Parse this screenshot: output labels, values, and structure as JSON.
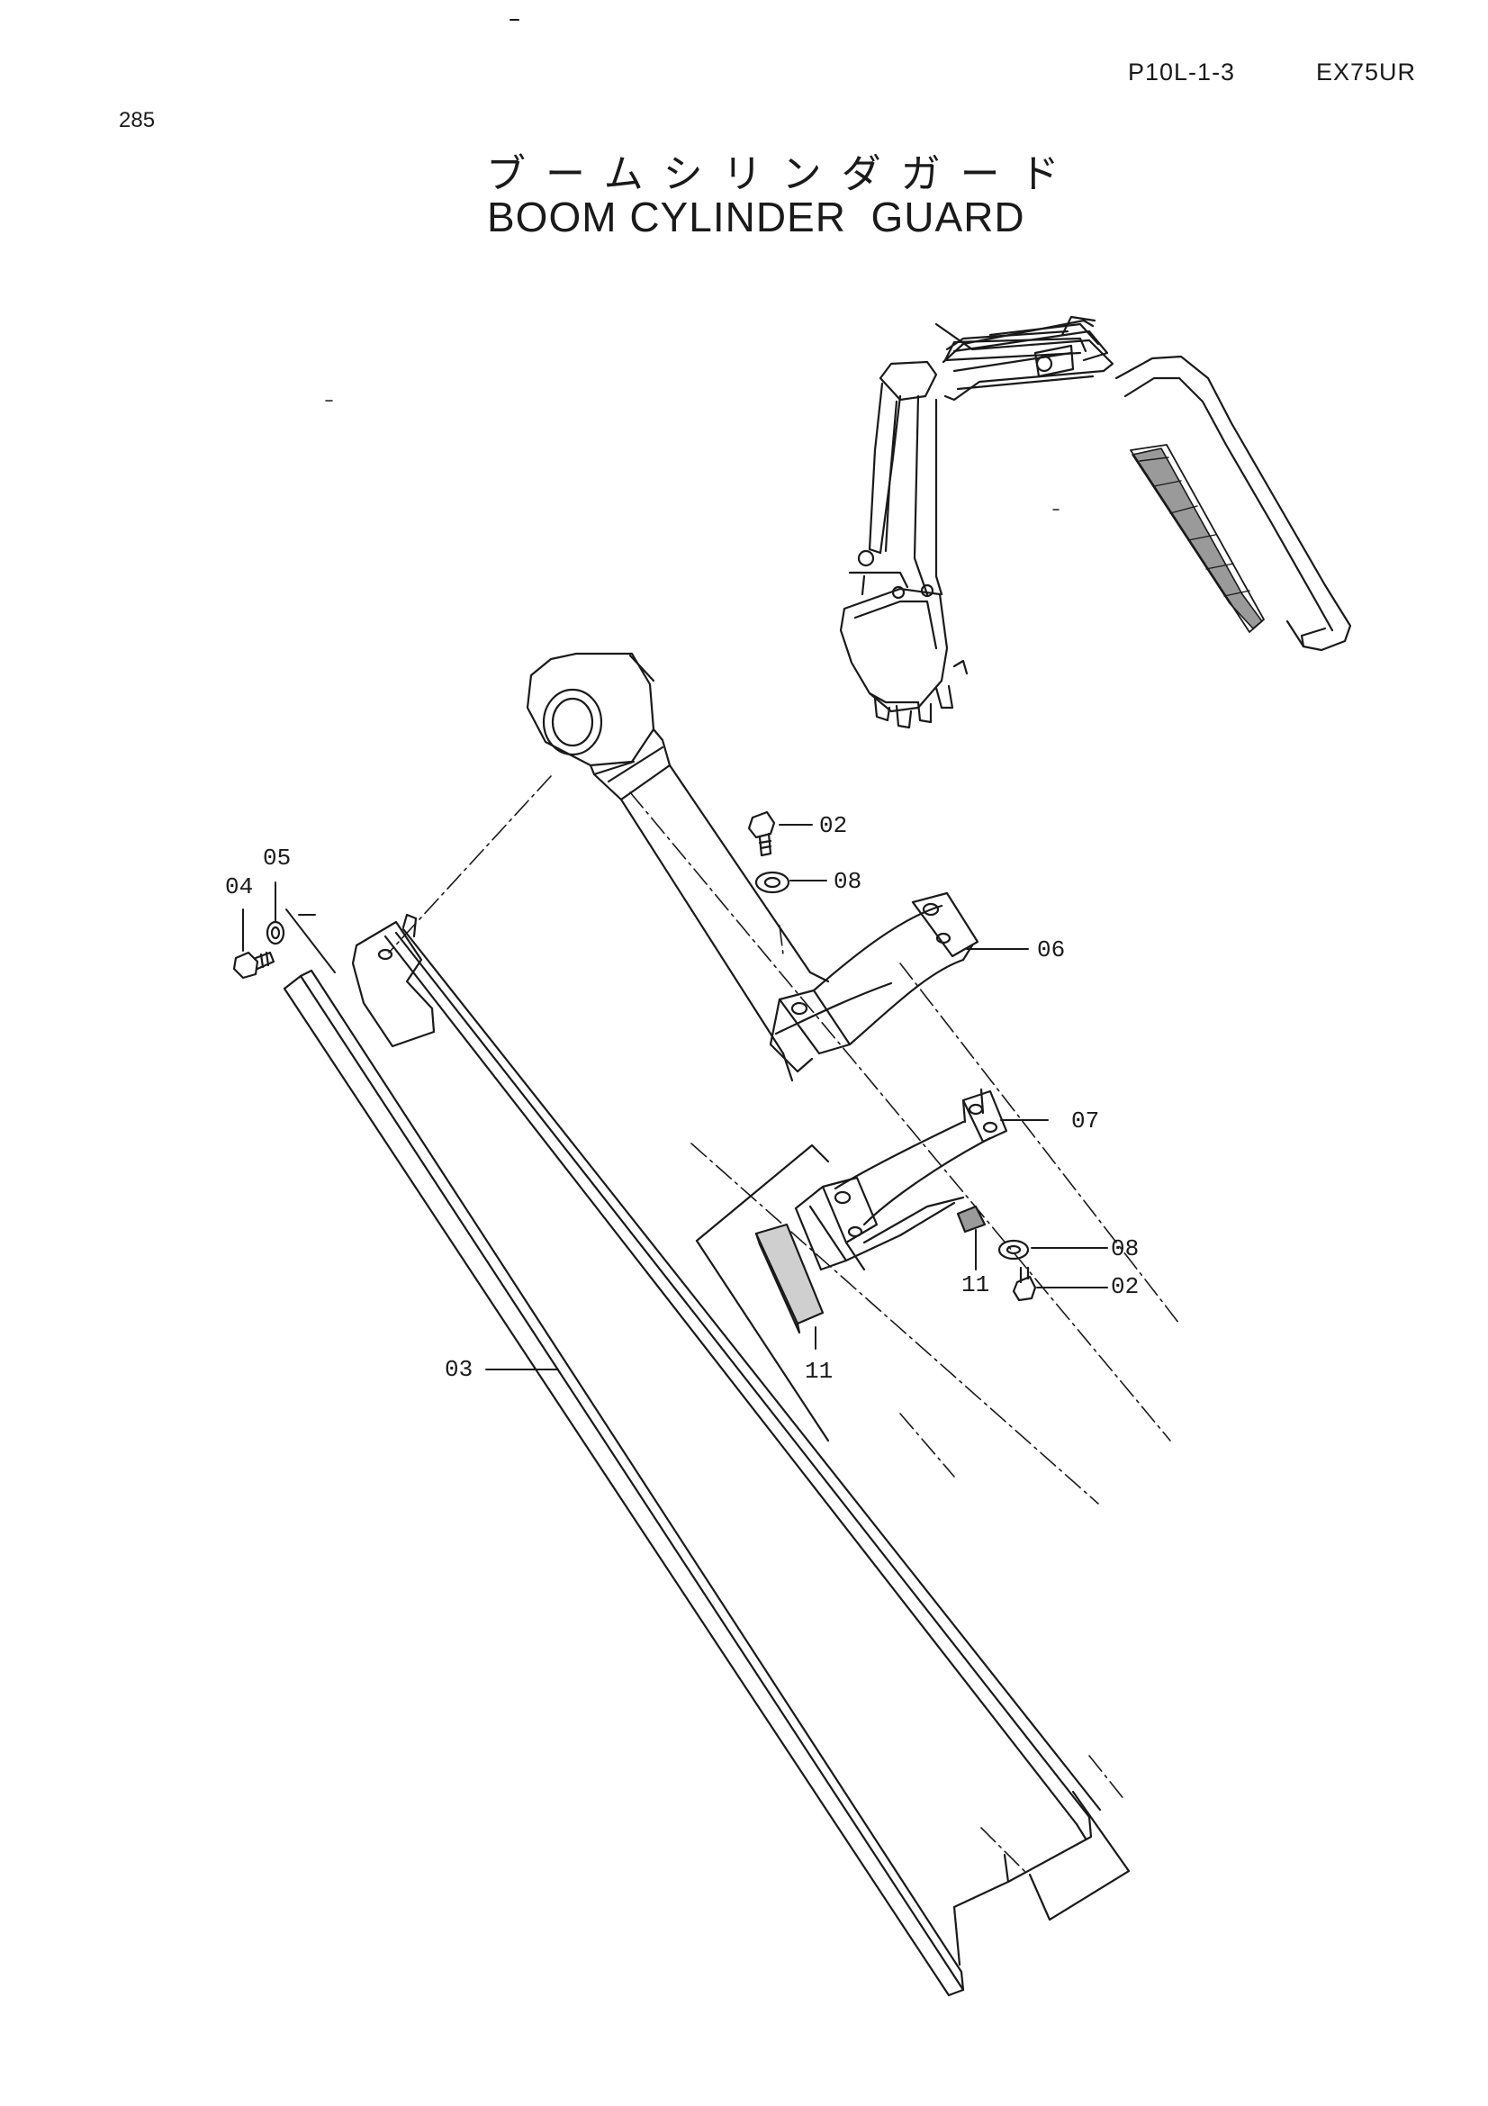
{
  "header": {
    "page_code": "P10L-1-3",
    "model": "EX75UR",
    "page_number": "285"
  },
  "title": {
    "japanese": "ブームシリンダガード",
    "english": "BOOM CYLINDER  GUARD"
  },
  "callouts": {
    "c02_top": "02",
    "c08_top": "08",
    "c05": "05",
    "c04": "04",
    "c06": "06",
    "c07": "07",
    "c08_bottom": "08",
    "c02_bottom": "02",
    "c11_right": "11",
    "c11_left": "11",
    "c03": "03"
  },
  "colors": {
    "ink": "#1a1a1a",
    "paper": "#ffffff",
    "shade": "#9a9a9a"
  }
}
